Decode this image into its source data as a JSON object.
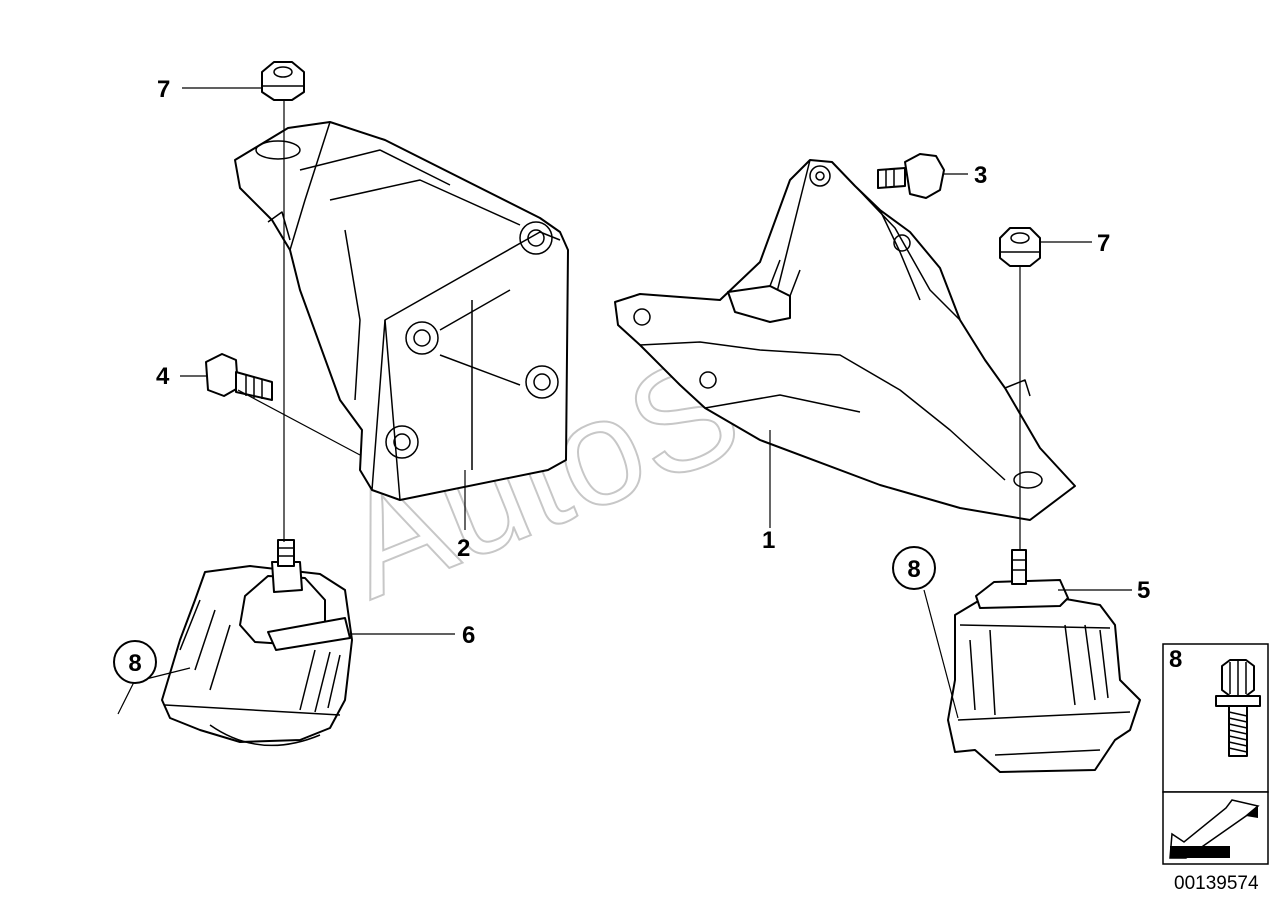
{
  "callouts": {
    "c1": "1",
    "c2": "2",
    "c3": "3",
    "c4": "4",
    "c5": "5",
    "c6": "6",
    "c7a": "7",
    "c7b": "7",
    "c8a": "8",
    "c8b": "8"
  },
  "legend": {
    "label": "8"
  },
  "watermark": "AutoSoft",
  "doc_id": "00139574"
}
